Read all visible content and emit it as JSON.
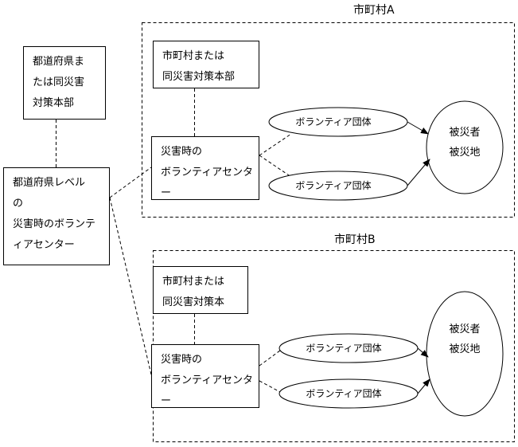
{
  "prefecture_hq": {
    "lines": [
      "都道府県ま",
      "たは同災害",
      "対策本部"
    ]
  },
  "prefecture_volunteer_center": {
    "lines": [
      "都道府県レベル",
      "の",
      "災害時のボランテ",
      "ィアセンター"
    ]
  },
  "municipality_a": {
    "title": "市町村A",
    "hq": {
      "lines": [
        "市町村または",
        "同災害対策本部"
      ]
    },
    "volunteer_center": {
      "lines": [
        "災害時の",
        "ボランティアセンタ",
        "ー"
      ]
    },
    "groups": [
      "ボランティア団体",
      "ボランティア団体"
    ],
    "victims": {
      "lines": [
        "被災者",
        "被災地"
      ]
    }
  },
  "municipality_b": {
    "title": "市町村B",
    "hq": {
      "lines": [
        "市町村または",
        "同災害対策本"
      ]
    },
    "volunteer_center": {
      "lines": [
        "災害時の",
        "ボランティアセンタ",
        "ー"
      ]
    },
    "groups": [
      "ボランティア団体",
      "ボランティア団体"
    ],
    "victims": {
      "lines": [
        "被災者",
        "被災地"
      ]
    }
  }
}
